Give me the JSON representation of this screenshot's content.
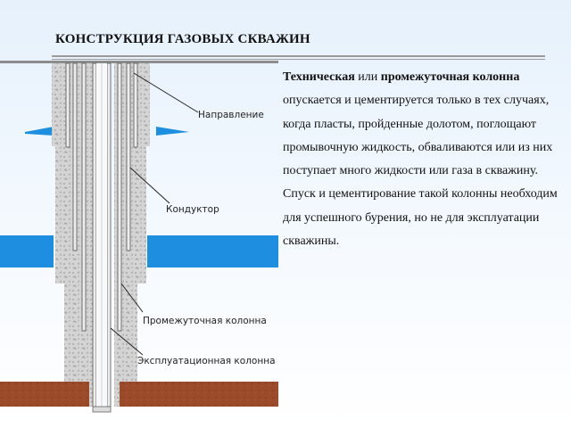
{
  "slide": {
    "title": "КОНСТРУКЦИЯ ГАЗОВЫХ СКВАЖИН"
  },
  "diagram": {
    "labels": {
      "direction": "Направление",
      "conductor": "Кондуктор",
      "intermediate": "Промежуточная колонна",
      "production": "Эксплуатационная колонна"
    }
  },
  "text": {
    "term1": "Техническая",
    "or_word": "или",
    "term2": "промежуточная колонна",
    "p1_rest": "опускается и цементируется только в тех случаях, когда пласты, пройденные долотом, поглощают промывочную жидкость, обваливаются или из них поступает много жидкости или газа в скважину.",
    "p2": "Спуск и цементирование такой колонны необходим для успешного бурения, но не для эксплуатации скважины."
  },
  "colors": {
    "water": "#1e8fe0",
    "rock": "#9b4a2a",
    "cement": "#cfcfcf",
    "casing_fill": "#e6e6e6"
  }
}
